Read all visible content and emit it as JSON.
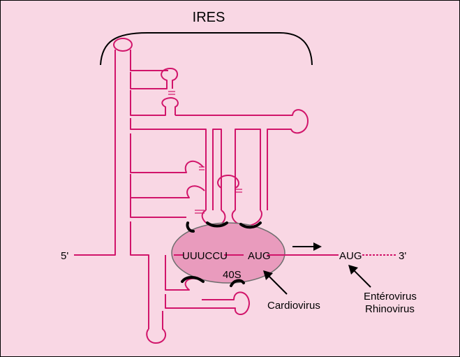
{
  "title": "IRES",
  "labels": {
    "five_prime": "5'",
    "three_prime": "3'",
    "uuuccu": "UUUCCU",
    "aug_cardio": "AUG",
    "aug_entero": "AUG",
    "ribosome": "40S",
    "cardiovirus": "Cardiovirus",
    "enterovirus": "Entérovirus",
    "rhinovirus": "Rhinovirus"
  },
  "colors": {
    "background": "#f9d7e4",
    "rna": "#d1146a",
    "ribosome_fill": "#e99bbd",
    "ribosome_stroke": "#6e6e6e",
    "annotation": "#000000"
  }
}
